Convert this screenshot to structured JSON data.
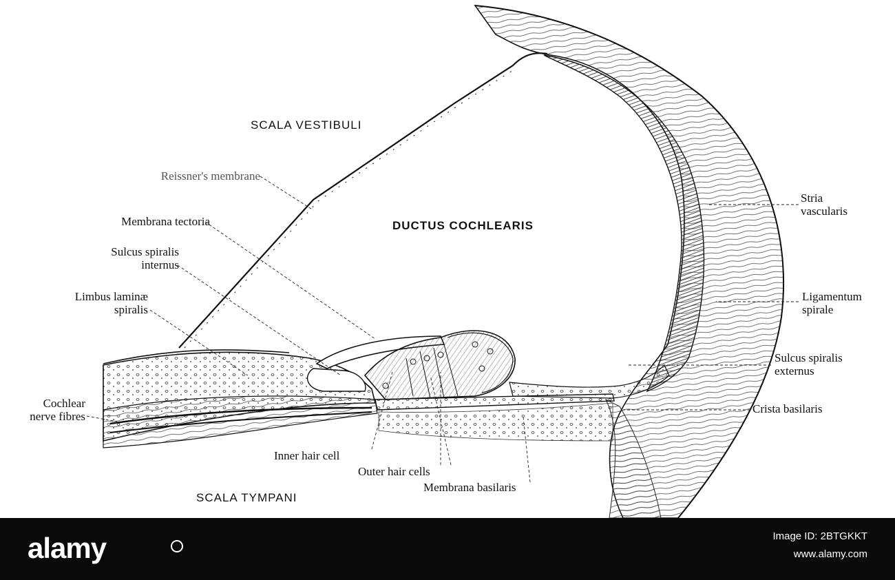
{
  "regions": {
    "scala_vestibuli": "SCALA VESTIBULI",
    "ductus_cochlearis": "DUCTUS COCHLEARIS",
    "scala_tympani": "SCALA TYMPANI"
  },
  "labels": {
    "reissners_membrane": "Reissner's membrane",
    "membrana_tectoria": "Membrana tectoria",
    "sulcus_spiralis_internus_1": "Sulcus spiralis",
    "sulcus_spiralis_internus_2": "internus",
    "limbus_1": "Limbus laminæ",
    "limbus_2": "spiralis",
    "cochlear_1": "Cochlear",
    "cochlear_2": "nerve fibres",
    "inner_hair_cell": "Inner hair cell",
    "outer_hair_cells": "Outer hair cells",
    "membrana_basilaris": "Membrana basilaris",
    "stria_1": "Stria",
    "stria_2": "vascularis",
    "ligamentum_1": "Ligamentum",
    "ligamentum_2": "spirale",
    "sulcus_externus_1": "Sulcus spiralis",
    "sulcus_externus_2": "externus",
    "crista_basilaris": "Crista basilaris"
  },
  "watermark": {
    "brand": "alamy",
    "image_id": "Image ID: 2BTGKKT",
    "site": "www.alamy.com"
  }
}
